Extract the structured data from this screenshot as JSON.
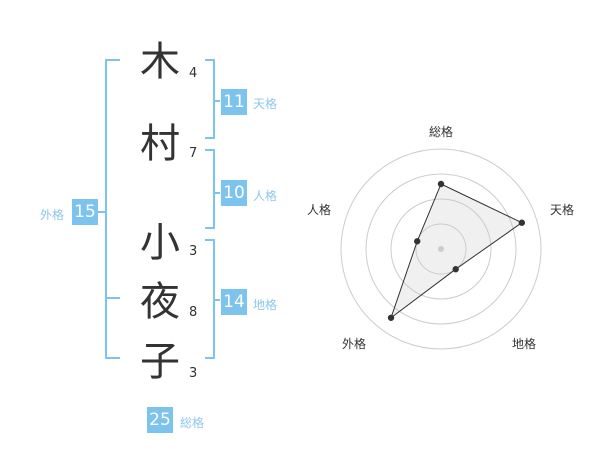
{
  "name": {
    "chars": [
      {
        "char": "木",
        "strokes": "4"
      },
      {
        "char": "村",
        "strokes": "7"
      },
      {
        "char": "小",
        "strokes": "3"
      },
      {
        "char": "夜",
        "strokes": "8"
      },
      {
        "char": "子",
        "strokes": "3"
      }
    ]
  },
  "kakusu": {
    "tenkaku": {
      "value": "11",
      "label": "天格"
    },
    "jinkaku": {
      "value": "10",
      "label": "人格"
    },
    "chikaku": {
      "value": "14",
      "label": "地格"
    },
    "gaikaku": {
      "value": "15",
      "label": "外格"
    },
    "soukaku": {
      "value": "25",
      "label": "総格"
    }
  },
  "colors": {
    "accent": "#7cc3ee",
    "text": "#333333"
  },
  "chart_data": {
    "type": "radar",
    "axes": [
      "総格",
      "天格",
      "地格",
      "外格",
      "人格"
    ],
    "values": [
      0.65,
      0.85,
      0.25,
      0.85,
      0.25
    ],
    "range": [
      0,
      1
    ],
    "rings": 4
  }
}
